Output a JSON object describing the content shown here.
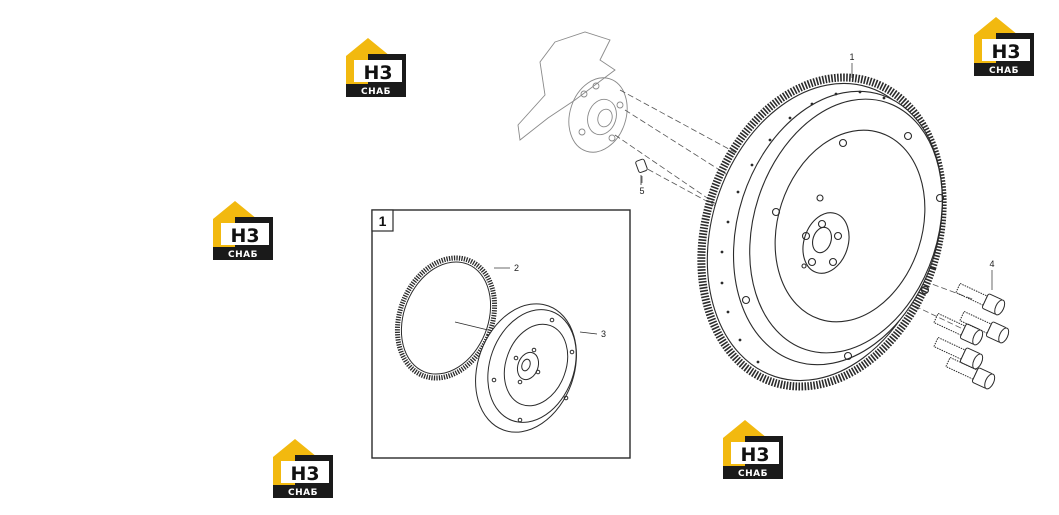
{
  "inset": {
    "number": "1"
  },
  "callouts": {
    "part_1": "1",
    "part_2": "2",
    "part_3": "3",
    "part_4": "4",
    "part_5": "5"
  },
  "watermark": {
    "main_text": "H3",
    "sub_text": "СНАБ",
    "colors": {
      "yellow": "#f2b90f",
      "dark": "#1a1a1a",
      "white": "#ffffff"
    }
  },
  "colors": {
    "line": "#2b2b2b",
    "faint": "#8a8a8a"
  }
}
